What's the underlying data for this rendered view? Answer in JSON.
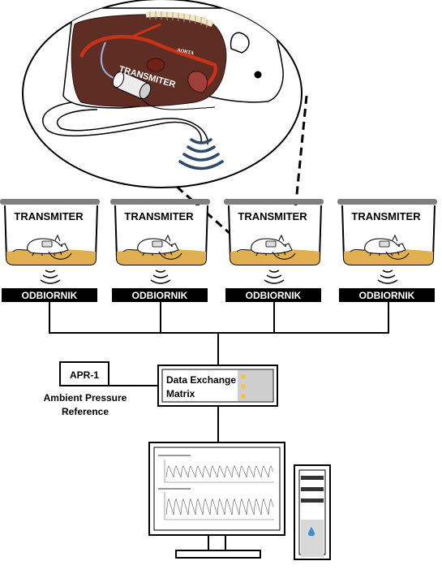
{
  "inset": {
    "transmitter_label": "TRANSMITER",
    "aorta_label": "AORTA"
  },
  "cages": [
    {
      "transmitter_label": "TRANSMITER",
      "receiver_label": "ODBIORNIK"
    },
    {
      "transmitter_label": "TRANSMITER",
      "receiver_label": "ODBIORNIK"
    },
    {
      "transmitter_label": "TRANSMITER",
      "receiver_label": "ODBIORNIK"
    },
    {
      "transmitter_label": "TRANSMITER",
      "receiver_label": "ODBIORNIK"
    }
  ],
  "apr": {
    "box_label": "APR-1",
    "caption_line1": "Ambient Pressure",
    "caption_line2": "Reference"
  },
  "dem": {
    "line1": "Data Exchange",
    "line2": "Matrix"
  },
  "colors": {
    "body_brown": "#5e2e24",
    "artery_red": "#c83218",
    "bedding": "#e0b050",
    "wave_blue": "#2f4a68",
    "dot_yellow": "#f3c53a",
    "drop_blue": "#3b8fd6"
  }
}
